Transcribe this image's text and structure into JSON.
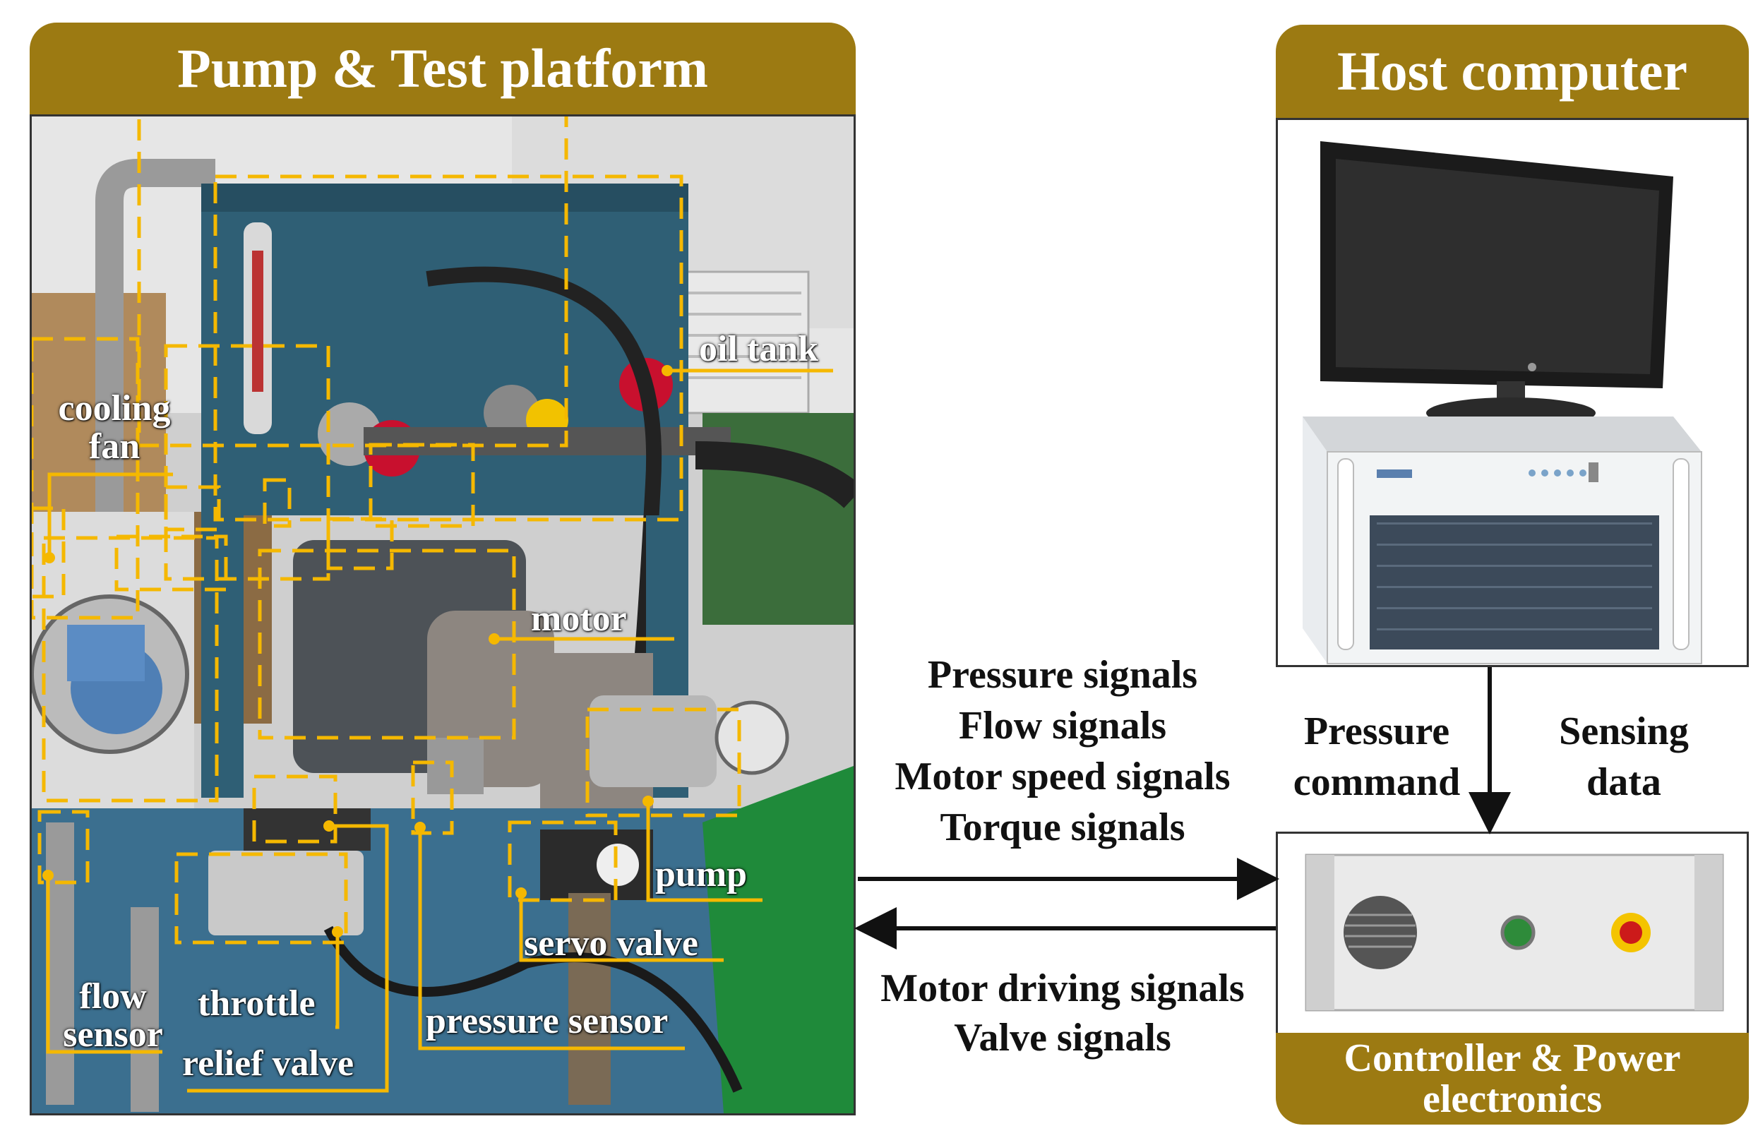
{
  "panels": {
    "pump_platform_title": "Pump & Test platform",
    "host_title": "Host computer",
    "controller_title": "Controller & Power electronics"
  },
  "labels": {
    "oil_tank": "oil tank",
    "cooling_fan": "cooling fan",
    "motor": "motor",
    "pump": "pump",
    "servo_valve": "servo valve",
    "flow_sensor": "flow sensor",
    "throttle": "throttle",
    "relief_valve": "relief valve",
    "pressure_sensor": "pressure sensor"
  },
  "signals": {
    "to_controller": [
      "Pressure signals",
      "Flow signals",
      "Motor speed signals",
      "Torque signals"
    ],
    "to_platform": [
      "Motor driving signals",
      "Valve signals"
    ],
    "pressure_command": "Pressure command",
    "sensing_data": "Sensing data"
  },
  "colors": {
    "header": "#9c7a12",
    "dash": "#f5b800",
    "tank": "#2f5f75",
    "floor": "#1f8a3a"
  }
}
